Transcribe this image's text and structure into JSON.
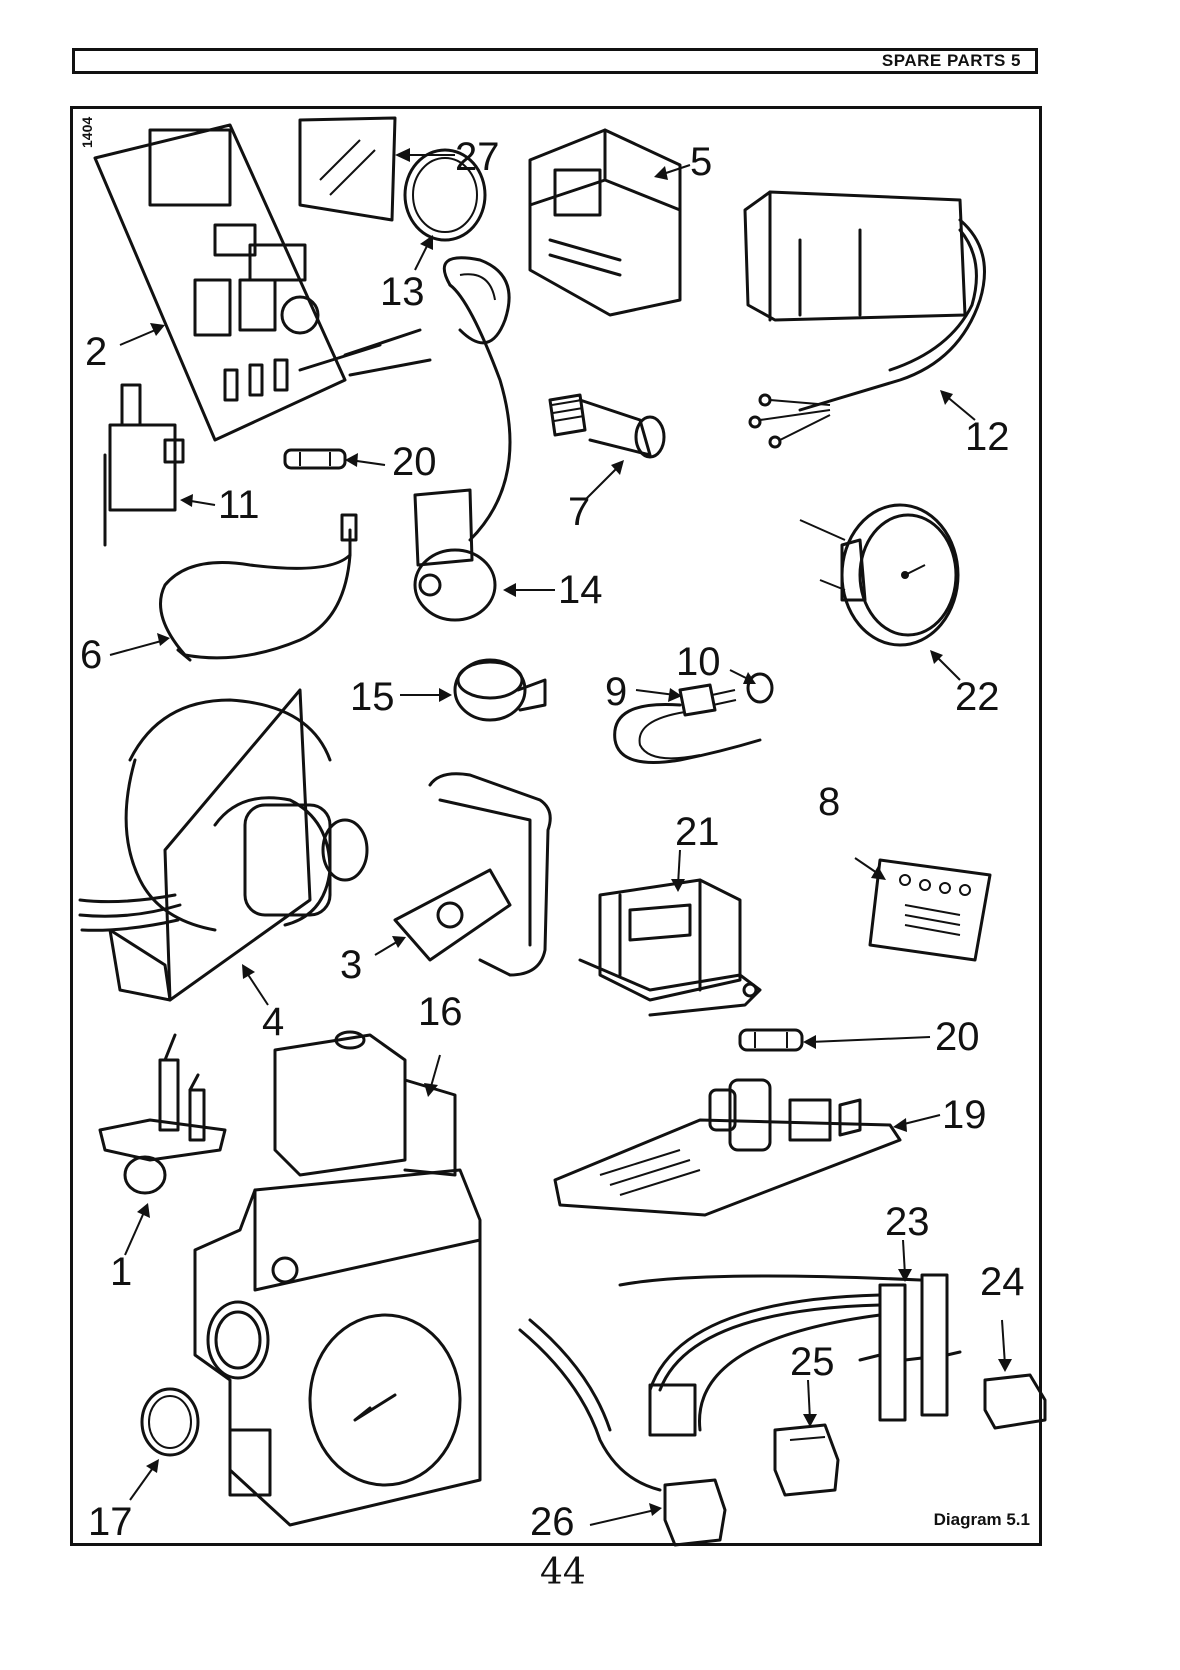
{
  "header": {
    "title": "SPARE PARTS 5"
  },
  "diagram": {
    "ref_code": "1404",
    "caption": "Diagram 5.1",
    "labels": {
      "l1": "1",
      "l2": "2",
      "l3": "3",
      "l4": "4",
      "l5": "5",
      "l6": "6",
      "l7": "7",
      "l8": "8",
      "l9": "9",
      "l10": "10",
      "l11": "11",
      "l12": "12",
      "l13": "13",
      "l14": "14",
      "l15": "15",
      "l16": "16",
      "l17": "17",
      "l19": "19",
      "l20a": "20",
      "l20b": "20",
      "l21": "21",
      "l22": "22",
      "l23": "23",
      "l24": "24",
      "l25": "25",
      "l26": "26",
      "l27": "27"
    }
  },
  "footer": {
    "page_number": "44"
  }
}
